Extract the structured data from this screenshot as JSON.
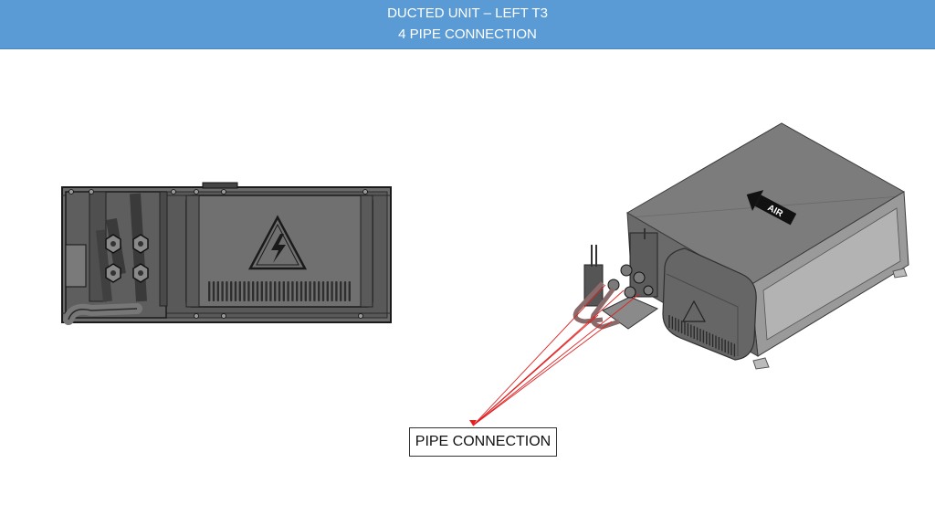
{
  "header": {
    "title_line1": "DUCTED UNIT – LEFT T3",
    "title_line2": "4 PIPE CONNECTION",
    "background_color": "#5b9bd5"
  },
  "figure": {
    "callout_label": "PIPE CONNECTION",
    "airflow_label": "AIR",
    "leader_color": "#e02020",
    "warning_icon": "high-voltage-warning-icon"
  }
}
